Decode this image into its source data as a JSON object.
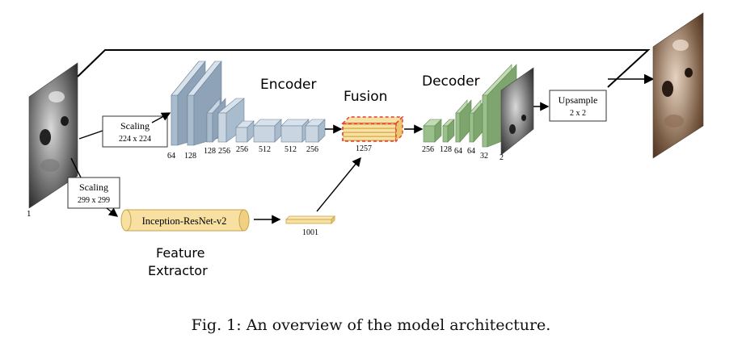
{
  "diagram": {
    "section_titles": {
      "encoder": "Encoder",
      "fusion": "Fusion",
      "decoder": "Decoder",
      "feature_extractor_line1": "Feature",
      "feature_extractor_line2": "Extractor"
    },
    "scaling_top": {
      "title": "Scaling",
      "size": "224 x 224"
    },
    "scaling_bottom": {
      "title": "Scaling",
      "size": "299 x 299"
    },
    "upsample": {
      "title": "Upsample",
      "size": "2 x 2"
    },
    "inception_label": "Inception-ResNet-v2",
    "embedding_label": "1001",
    "fusion_label": "1257",
    "input_channels": "1",
    "output_channels": "2",
    "encoder_depths": [
      "64",
      "128",
      "128",
      "256",
      "256",
      "512",
      "512",
      "256"
    ],
    "decoder_depths": [
      "256",
      "128",
      "64",
      "64",
      "32"
    ],
    "colors": {
      "encoder_front": "#a9bccd",
      "encoder_top": "#c9d6e2",
      "encoder_side": "#8ea3b8",
      "decoder_front": "#9bbf8c",
      "decoder_top": "#c3dbb6",
      "decoder_side": "#7fa56f",
      "fusion_fill": "#f6e2a4",
      "fusion_stripe": "#f2c94c",
      "fusion_border": "#e53935",
      "inception_fill": "#f7e0a1",
      "inception_stroke": "#c8a24a"
    }
  },
  "caption": "Fig. 1: An overview of the model architecture."
}
